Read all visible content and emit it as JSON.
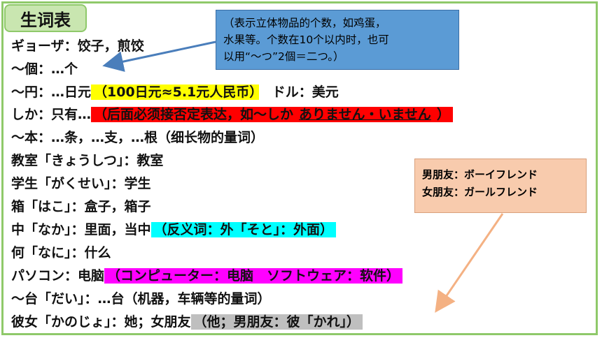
{
  "title": "生词表",
  "lines": [
    {
      "parts": [
        {
          "t": "ギョーザ：饺子，煎饺"
        }
      ]
    },
    {
      "parts": [
        {
          "t": "～個：…个"
        }
      ]
    },
    {
      "parts": [
        {
          "t": "～円：…日元"
        },
        {
          "t": "（100日元≈5.1元人民币）",
          "hl": "yellow"
        },
        {
          "t": "　ドル：美元"
        }
      ]
    },
    {
      "parts": [
        {
          "t": "しか：只有…"
        },
        {
          "t": "（后面必须接否定表达，如～しか",
          "hl": "red"
        },
        {
          "t": "ありません・いません",
          "hl": "red",
          "ul": true
        },
        {
          "t": "）",
          "hl": "red"
        }
      ]
    },
    {
      "parts": [
        {
          "t": "～本：…条，…支，…根（细长物的量词）"
        }
      ]
    },
    {
      "parts": [
        {
          "t": "教室「きょうしつ」：教室"
        }
      ]
    },
    {
      "parts": [
        {
          "t": "学生「がくせい」：学生"
        }
      ]
    },
    {
      "parts": [
        {
          "t": "箱「はこ」：盒子，箱子"
        }
      ]
    },
    {
      "parts": [
        {
          "t": "中「なか」：里面，当中"
        },
        {
          "t": "（反义词：外「そと」：外面）",
          "hl": "cyan"
        }
      ]
    },
    {
      "parts": [
        {
          "t": "何「なに」：什么"
        }
      ]
    },
    {
      "parts": [
        {
          "t": "パソコン：电脑"
        },
        {
          "t": "（コンピューター：电脑　ソフトウェア：软件）",
          "hl": "magenta"
        }
      ]
    },
    {
      "parts": [
        {
          "t": "～台「だい」：…台（机器，车辆等的量词）"
        }
      ]
    },
    {
      "parts": [
        {
          "t": "彼女「かのじょ」：她；女朋友"
        },
        {
          "t": "（他；男朋友：彼「かれ」）",
          "hl": "grey"
        }
      ]
    }
  ],
  "callout_blue": [
    "（表示立体物品的个数，如鸡蛋，",
    "水果等。个数在10个以内时，也可",
    "以用“～つ”2個＝二つ。）"
  ],
  "callout_orange": [
    "男朋友：ボーイフレンド",
    "女朋友：ガールフレンド"
  ],
  "colors": {
    "frame": "#8fc96a",
    "title_bg": "#c9e6b0",
    "blue": "#5b9bd5",
    "orange": "#f8cbad"
  }
}
